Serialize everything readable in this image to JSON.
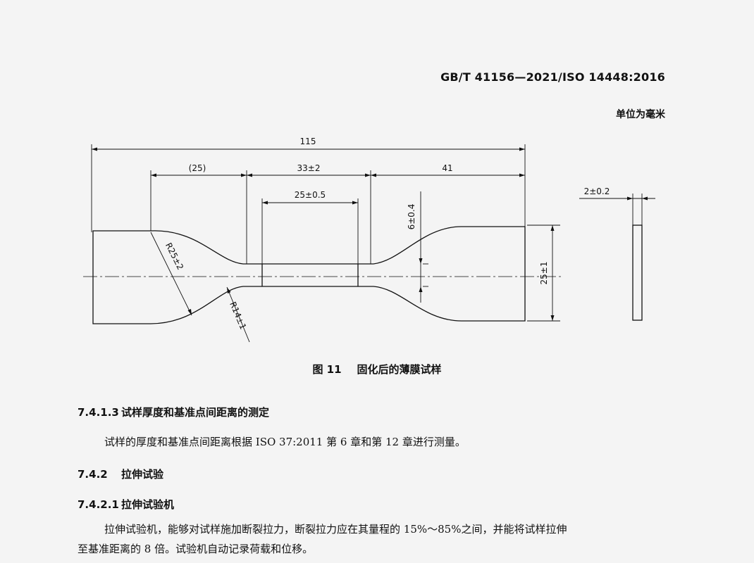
{
  "header": {
    "standard_code": "GB/T 41156—2021/ISO 14448:2016",
    "unit_note": "单位为毫米"
  },
  "figure": {
    "dimensions": {
      "overall_length": "115",
      "grip_length": "(25)",
      "shoulder_length": "33±2",
      "remaining_length": "41",
      "gauge_length": "25±0.5",
      "narrow_width": "6±0.4",
      "overall_width": "25±1",
      "large_radius": "R25±2",
      "small_radius": "R14±1",
      "thickness": "2±0.2"
    },
    "caption_number": "图 11",
    "caption_title": "固化后的薄膜试样"
  },
  "sections": {
    "s7413": {
      "number": "7.4.1.3",
      "title": "试样厚度和基准点间距离的测定"
    },
    "s7413_text": "试样的厚度和基准点间距离根据 ISO 37:2011 第 6 章和第 12 章进行测量。",
    "s742": {
      "number": "7.4.2",
      "title": "拉伸试验"
    },
    "s7421": {
      "number": "7.4.2.1",
      "title": "拉伸试验机"
    },
    "s7421_text_line1": "拉伸试验机，能够对试样施加断裂拉力，断裂拉力应在其量程的 15%～85%之间，并能将试样拉伸",
    "s7421_text_line2": "至基准距离的 8 倍。试验机自动记录荷载和位移。"
  }
}
